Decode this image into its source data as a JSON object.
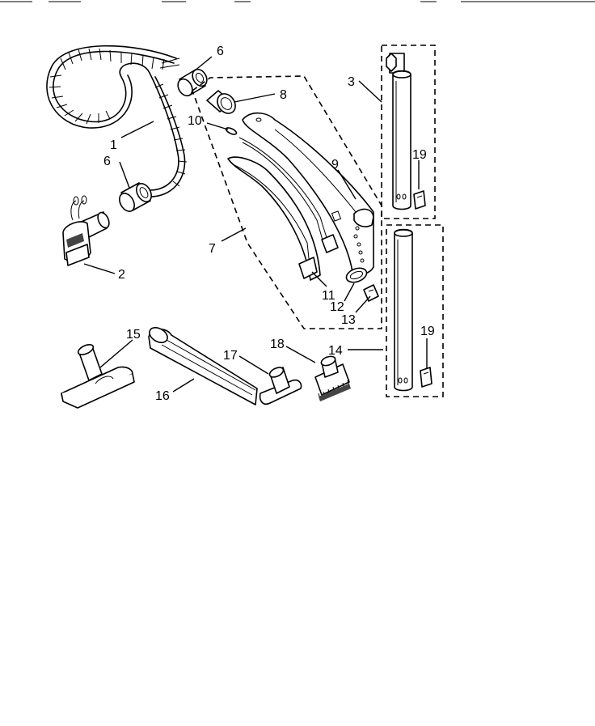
{
  "callouts": {
    "c1": "1",
    "c2": "2",
    "c3": "3",
    "c6a": "6",
    "c6b": "6",
    "c7": "7",
    "c8": "8",
    "c9": "9",
    "c10": "10",
    "c11": "11",
    "c12": "12",
    "c13": "13",
    "c14": "14",
    "c15": "15",
    "c16": "16",
    "c17": "17",
    "c18": "18",
    "c19a": "19",
    "c19b": "19"
  }
}
